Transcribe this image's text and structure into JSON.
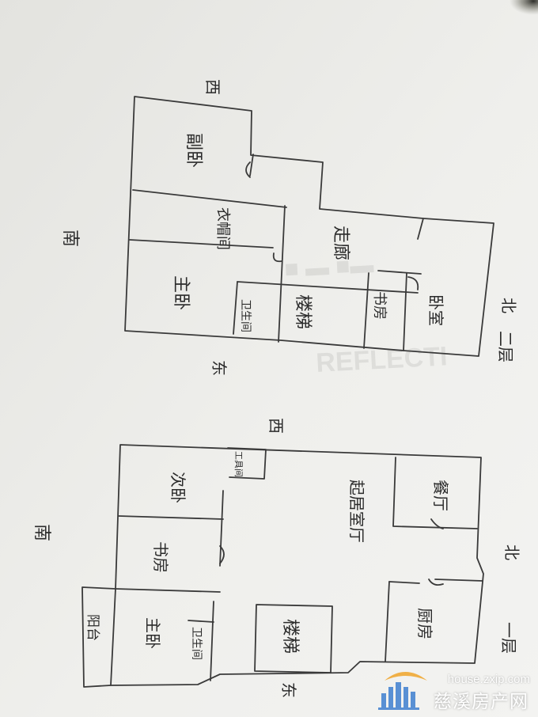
{
  "watermark": {
    "url": "house.zxip.com",
    "name": "慈溪房产网"
  },
  "floor2": {
    "floor_label": "二层",
    "north_label": "北",
    "south_label": "南",
    "east_label": "东",
    "west_label": "西",
    "rooms": {
      "secondary_bedroom": "副卧",
      "cloakroom": "衣帽间",
      "master_bedroom": "主卧",
      "bathroom": "卫生间",
      "corridor": "走廊",
      "stairs": "楼梯",
      "study": "书房",
      "bedroom": "卧室"
    }
  },
  "floor1": {
    "floor_label": "一层",
    "north_label": "北",
    "south_label": "南",
    "east_label": "东",
    "west_label": "西",
    "rooms": {
      "utility": "工具间",
      "secondary_bedroom": "次卧",
      "living_room": "起居室厅",
      "dining_room": "餐厅",
      "study": "书房",
      "kitchen": "厨房",
      "stairs": "楼梯",
      "bathroom": "卫生间",
      "master_bedroom": "主卧",
      "balcony": "阳台"
    }
  }
}
